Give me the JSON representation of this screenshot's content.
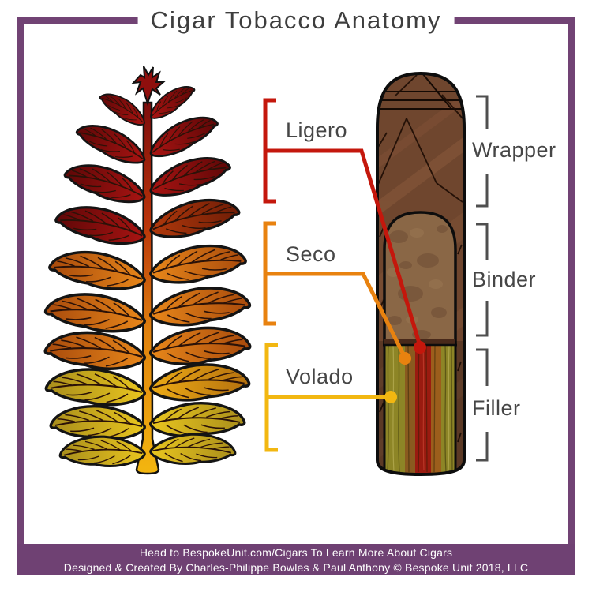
{
  "title": "Cigar Tobacco Anatomy",
  "plant_labels": {
    "ligero": "Ligero",
    "seco": "Seco",
    "volado": "Volado"
  },
  "cigar_labels": {
    "wrapper": "Wrapper",
    "binder": "Binder",
    "filler": "Filler"
  },
  "footer": {
    "line1": "Head to BespokeUnit.com/Cigars To Learn More About Cigars",
    "line2": "Designed & Created By Charles-Philippe Bowles & Paul Anthony © Bespoke Unit 2018, LLC"
  },
  "colors": {
    "frame_purple": "#714374",
    "footer_purple": "#6f4173",
    "ligero_red": "#c4170c",
    "seco_orange": "#e8820f",
    "volado_yellow": "#f2b711",
    "label_text": "#464646",
    "bracket_gray": "#4f4f4f",
    "leaf_top_red": "#9e1410",
    "leaf_mid_orange": "#e8871a",
    "leaf_bottom_gold": "#e9c51e",
    "wrapper_brown": "#6f462e",
    "binder_tan": "#8a6746",
    "filler_green": "#8d8526",
    "filler_red": "#9a1b10"
  }
}
